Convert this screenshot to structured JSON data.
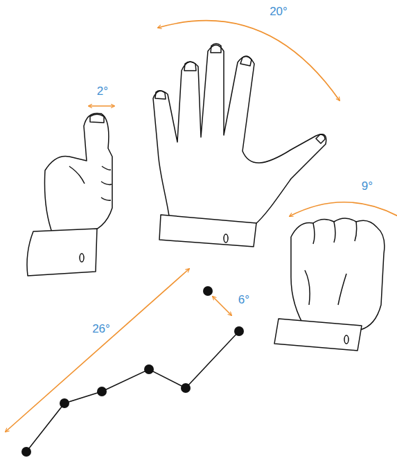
{
  "diagram": {
    "labels": [
      "20°",
      "2°",
      "9°",
      "6°",
      "26°"
    ]
  }
}
